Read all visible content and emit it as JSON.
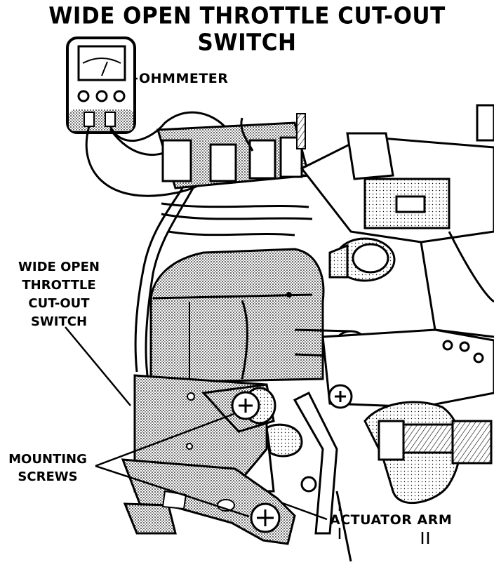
{
  "title": "WIDE OPEN THROTTLE CUT-OUT SWITCH",
  "labels": {
    "ohmmeter": "OHMMETER",
    "switch_line1": "WIDE OPEN",
    "switch_line2": "THROTTLE",
    "switch_line3": "CUT-OUT",
    "switch_line4": "SWITCH",
    "screws_line1": "MOUNTING",
    "screws_line2": "SCREWS",
    "actuator_arm": "ACTUATOR ARM"
  },
  "colors": {
    "ink": "#000000",
    "paper": "#ffffff",
    "shade": "#9a9a9a"
  }
}
